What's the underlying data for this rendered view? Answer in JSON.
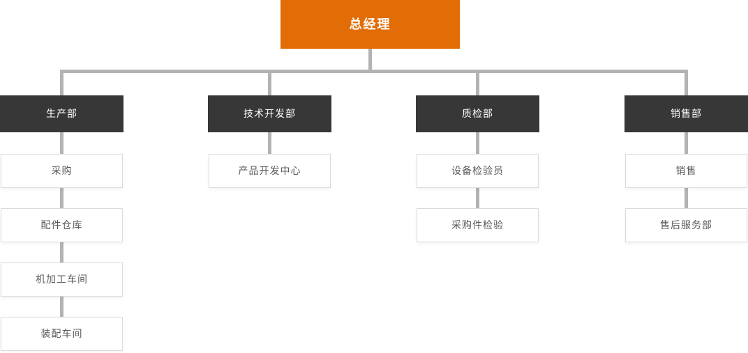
{
  "colors": {
    "root_bg": "#e26c05",
    "root_text": "#ffffff",
    "department_bg": "#373737",
    "department_text": "#ffffff",
    "connector": "#b3b3b3",
    "child_bg": "#ffffff",
    "child_border": "#dbdbdb",
    "child_text": "#595959"
  },
  "org_chart": {
    "type": "org-chart",
    "root": {
      "label": "总经理"
    },
    "departments": [
      {
        "label": "生产部",
        "children": [
          {
            "label": "采购"
          },
          {
            "label": "配件仓库"
          },
          {
            "label": "机加工车间"
          },
          {
            "label": "装配车间"
          }
        ]
      },
      {
        "label": "技术开发部",
        "children": [
          {
            "label": "产品开发中心"
          }
        ]
      },
      {
        "label": "质检部",
        "children": [
          {
            "label": "设备检验员"
          },
          {
            "label": "采购件检验"
          }
        ]
      },
      {
        "label": "销售部",
        "children": [
          {
            "label": "销售"
          },
          {
            "label": "售后服务部"
          }
        ]
      }
    ]
  }
}
